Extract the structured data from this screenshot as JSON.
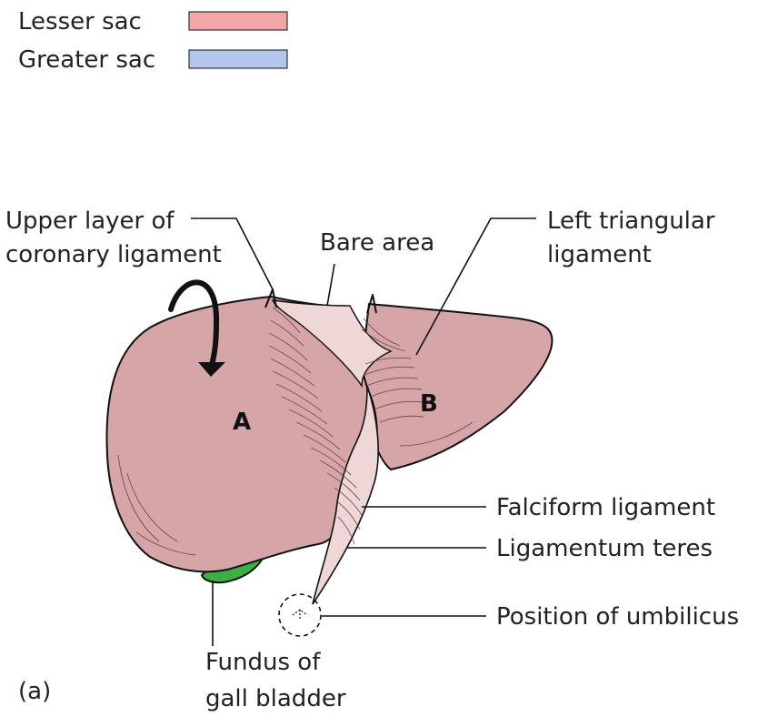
{
  "legend": {
    "items": [
      {
        "label": "Lesser sac",
        "color": "#f4a6a6"
      },
      {
        "label": "Greater sac",
        "color": "#b4c6ec"
      }
    ]
  },
  "labels": {
    "upper_coronary_line1": "Upper layer of",
    "upper_coronary_line2": "coronary ligament",
    "bare_area": "Bare area",
    "left_triangular_line1": "Left triangular",
    "left_triangular_line2": "ligament",
    "falciform": "Falciform ligament",
    "ligamentum_teres": "Ligamentum teres",
    "umbilicus": "Position of umbilicus",
    "gallbladder_line1": "Fundus of",
    "gallbladder_line2": "gall bladder",
    "lobe_a": "A",
    "lobe_b": "B",
    "panel": "(a)"
  },
  "colors": {
    "liver": "#d6a5a8",
    "bare_area": "#eed7d6",
    "gallbladder": "#3cb043",
    "outline": "#111111"
  }
}
